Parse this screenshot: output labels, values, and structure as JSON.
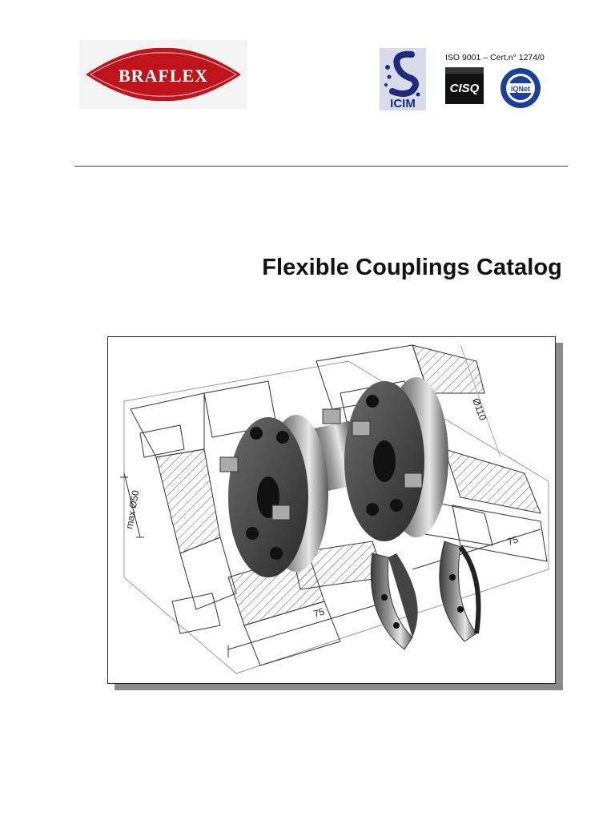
{
  "brand": {
    "logo_text": "BRAFLEX",
    "logo_color": "#c0141c"
  },
  "certification": {
    "text": "ISO 9001 – Cert.n° 1274/0",
    "logos": [
      {
        "name": "icim-icon",
        "text": "ICIM"
      },
      {
        "name": "cisq-icon",
        "text": "CISQ"
      },
      {
        "name": "iqnet-icon",
        "text": "IQNet"
      }
    ]
  },
  "document": {
    "title": "Flexible Couplings Catalog"
  },
  "illustration": {
    "dimension_labels": [
      "75",
      "75",
      "max Ø50",
      "Ø110"
    ]
  }
}
